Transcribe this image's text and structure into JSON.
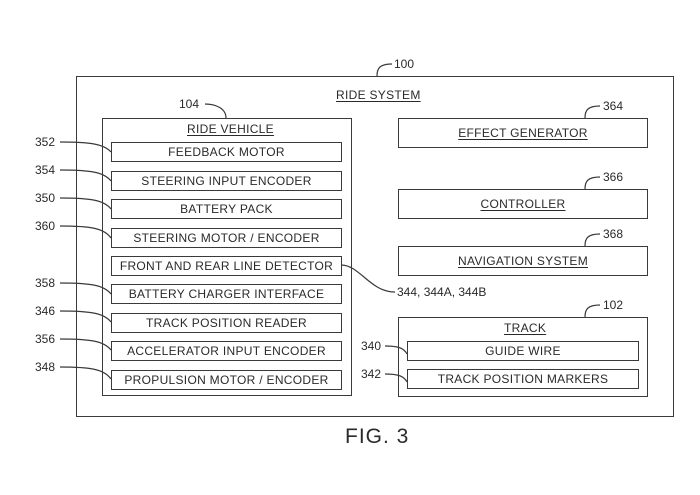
{
  "figure_label": "FIG. 3",
  "ride_system": {
    "ref": "100",
    "title": "RIDE SYSTEM"
  },
  "ride_vehicle": {
    "ref": "104",
    "title": "RIDE VEHICLE",
    "components": [
      {
        "ref": "352",
        "label": "FEEDBACK MOTOR"
      },
      {
        "ref": "354",
        "label": "STEERING INPUT ENCODER"
      },
      {
        "ref": "350",
        "label": "BATTERY PACK"
      },
      {
        "ref": "360",
        "label": "STEERING MOTOR / ENCODER"
      },
      {
        "ref": "344, 344A, 344B",
        "label": "FRONT AND REAR LINE DETECTOR"
      },
      {
        "ref": "358",
        "label": "BATTERY CHARGER INTERFACE"
      },
      {
        "ref": "346",
        "label": "TRACK POSITION READER"
      },
      {
        "ref": "356",
        "label": "ACCELERATOR INPUT ENCODER"
      },
      {
        "ref": "348",
        "label": "PROPULSION MOTOR / ENCODER"
      }
    ]
  },
  "system_blocks": [
    {
      "ref": "364",
      "label": "EFFECT GENERATOR"
    },
    {
      "ref": "366",
      "label": "CONTROLLER"
    },
    {
      "ref": "368",
      "label": "NAVIGATION SYSTEM"
    }
  ],
  "track": {
    "ref": "102",
    "title": "TRACK",
    "components": [
      {
        "ref": "340",
        "label": "GUIDE WIRE"
      },
      {
        "ref": "342",
        "label": "TRACK POSITION MARKERS"
      }
    ]
  }
}
